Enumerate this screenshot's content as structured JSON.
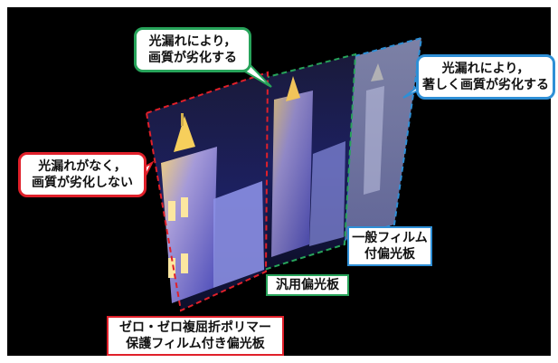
{
  "callouts": {
    "left": "光漏れがなく，\n画質が劣化しない",
    "center": "光漏れにより，\n画質が劣化する",
    "right": "光漏れにより，\n著しく画質が劣化する"
  },
  "labels": {
    "zero_zero": "ゼロ・ゼロ複屈折ポリマー\n保護フィルム付き偏光板",
    "general_purpose": "汎用偏光板",
    "general_film": "一般フィルム\n付偏光板"
  },
  "colors": {
    "red": "#e0202a",
    "green": "#27a35a",
    "blue": "#2e8fd6",
    "background": "#000000"
  }
}
